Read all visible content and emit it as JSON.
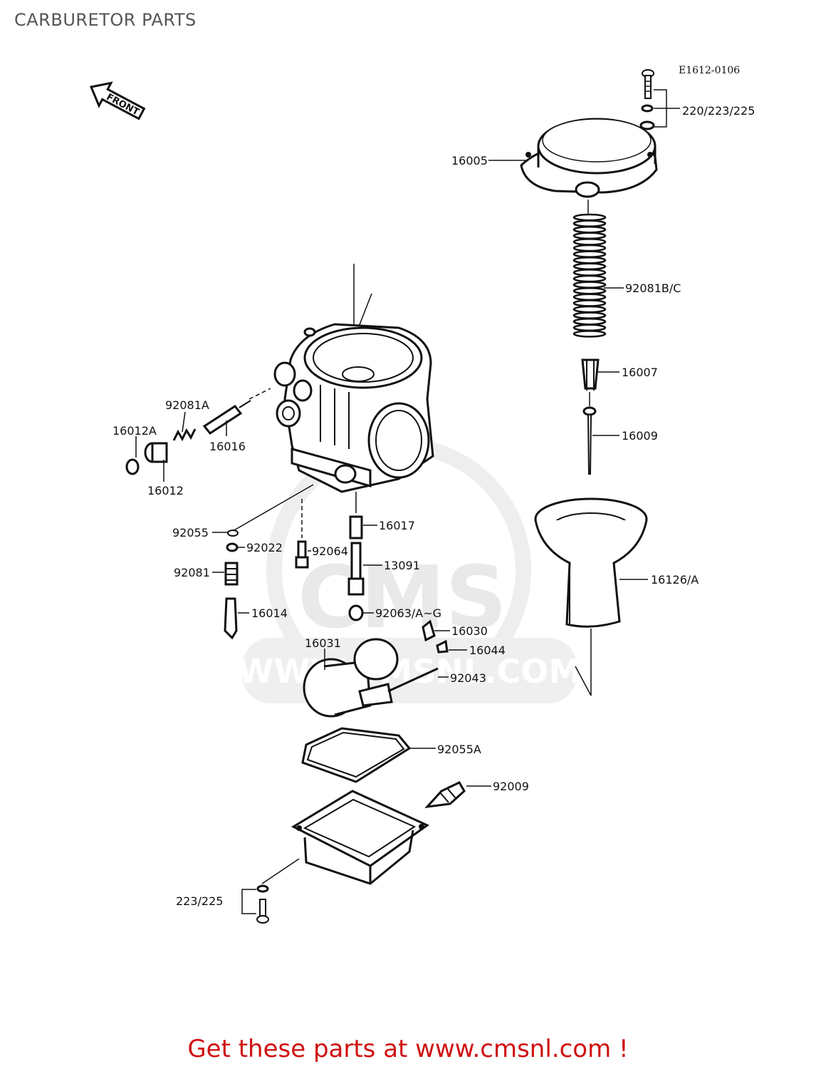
{
  "page": {
    "title": "CARBURETOR PARTS",
    "promo_text": "Get these parts at www.cmsnl.com !"
  },
  "diagram": {
    "drawing_code": "E1612-0106",
    "front_label": "FRONT",
    "watermark": {
      "logo": "CMS",
      "url": "WWW.CMSNL.COM"
    },
    "callouts": [
      {
        "id": "c_220_223_225",
        "text": "220/223/225"
      },
      {
        "id": "c_16005",
        "text": "16005"
      },
      {
        "id": "c_92081bc",
        "text": "92081B/C"
      },
      {
        "id": "c_16007",
        "text": "16007"
      },
      {
        "id": "c_16009",
        "text": "16009"
      },
      {
        "id": "c_16126a",
        "text": "16126/A"
      },
      {
        "id": "c_92081a",
        "text": "92081A"
      },
      {
        "id": "c_16012a",
        "text": "16012A"
      },
      {
        "id": "c_16016",
        "text": "16016"
      },
      {
        "id": "c_16012",
        "text": "16012"
      },
      {
        "id": "c_92055",
        "text": "92055"
      },
      {
        "id": "c_92022",
        "text": "92022"
      },
      {
        "id": "c_92064",
        "text": "92064"
      },
      {
        "id": "c_16017",
        "text": "16017"
      },
      {
        "id": "c_92081",
        "text": "92081"
      },
      {
        "id": "c_13091",
        "text": "13091"
      },
      {
        "id": "c_16014",
        "text": "16014"
      },
      {
        "id": "c_92063",
        "text": "92063/A~G"
      },
      {
        "id": "c_16030",
        "text": "16030"
      },
      {
        "id": "c_16044",
        "text": "16044"
      },
      {
        "id": "c_16031",
        "text": "16031"
      },
      {
        "id": "c_92043",
        "text": "92043"
      },
      {
        "id": "c_92055a",
        "text": "92055A"
      },
      {
        "id": "c_92009",
        "text": "92009"
      },
      {
        "id": "c_223_225",
        "text": "223/225"
      }
    ]
  }
}
